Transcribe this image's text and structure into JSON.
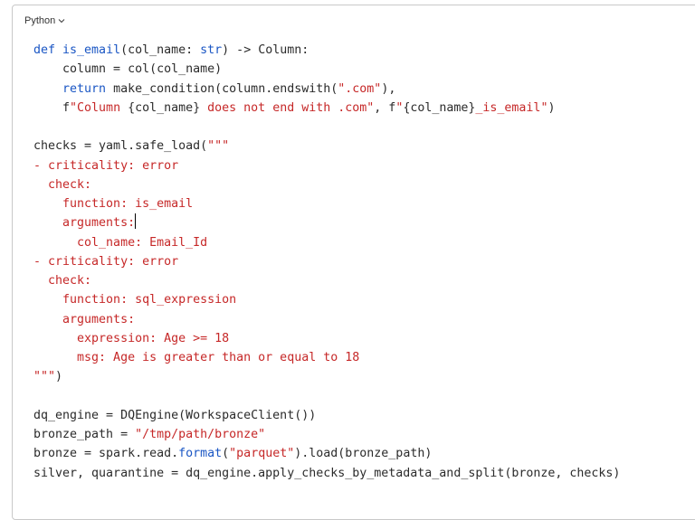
{
  "cell": {
    "language_label": "Python",
    "language_icon": "chevron-down-icon"
  },
  "colors": {
    "keyword": "#1a56c4",
    "string": "#c62828",
    "text": "#2b2b2b",
    "border": "#c9c9c9"
  },
  "code": {
    "lines": [
      [
        [
          "k",
          "def "
        ],
        [
          "fn",
          "is_email"
        ],
        [
          "t",
          "(col_name: "
        ],
        [
          "k",
          "str"
        ],
        [
          "t",
          ") -> Column:"
        ]
      ],
      [
        [
          "t",
          "    column = col(col_name)"
        ]
      ],
      [
        [
          "t",
          "    "
        ],
        [
          "k",
          "return"
        ],
        [
          "t",
          " make_condition(column.endswith("
        ],
        [
          "s",
          "\".com\""
        ],
        [
          "t",
          "),"
        ]
      ],
      [
        [
          "t",
          "    f"
        ],
        [
          "s",
          "\"Column "
        ],
        [
          "t",
          "{col_name}"
        ],
        [
          "s",
          " does not end with .com\""
        ],
        [
          "t",
          ", f"
        ],
        [
          "s",
          "\""
        ],
        [
          "t",
          "{col_name}"
        ],
        [
          "s",
          "_is_email\""
        ],
        [
          "t",
          ")"
        ]
      ],
      [
        [
          "t",
          ""
        ]
      ],
      [
        [
          "t",
          "checks = yaml.safe_load("
        ],
        [
          "s",
          "\"\"\""
        ]
      ],
      [
        [
          "s",
          "- criticality: error"
        ]
      ],
      [
        [
          "s",
          "  check:"
        ]
      ],
      [
        [
          "s",
          "    function: is_email"
        ]
      ],
      [
        [
          "s",
          "    arguments:"
        ],
        [
          "caret",
          ""
        ]
      ],
      [
        [
          "s",
          "      col_name: Email_Id"
        ]
      ],
      [
        [
          "s",
          "- criticality: error"
        ]
      ],
      [
        [
          "s",
          "  check:"
        ]
      ],
      [
        [
          "s",
          "    function: sql_expression"
        ]
      ],
      [
        [
          "s",
          "    arguments:"
        ]
      ],
      [
        [
          "s",
          "      expression: Age >= 18"
        ]
      ],
      [
        [
          "s",
          "      msg: Age is greater than or equal to 18"
        ]
      ],
      [
        [
          "s",
          "\"\"\""
        ],
        [
          "t",
          ")"
        ]
      ],
      [
        [
          "t",
          ""
        ]
      ],
      [
        [
          "t",
          "dq_engine = DQEngine(WorkspaceClient())"
        ]
      ],
      [
        [
          "t",
          "bronze_path = "
        ],
        [
          "s",
          "\"/tmp/path/bronze\""
        ]
      ],
      [
        [
          "t",
          "bronze = spark.read."
        ],
        [
          "k",
          "format"
        ],
        [
          "t",
          "("
        ],
        [
          "s",
          "\"parquet\""
        ],
        [
          "t",
          ").load(bronze_path)"
        ]
      ],
      [
        [
          "t",
          "silver, quarantine = dq_engine.apply_checks_by_metadata_and_split(bronze, checks)"
        ]
      ]
    ]
  }
}
